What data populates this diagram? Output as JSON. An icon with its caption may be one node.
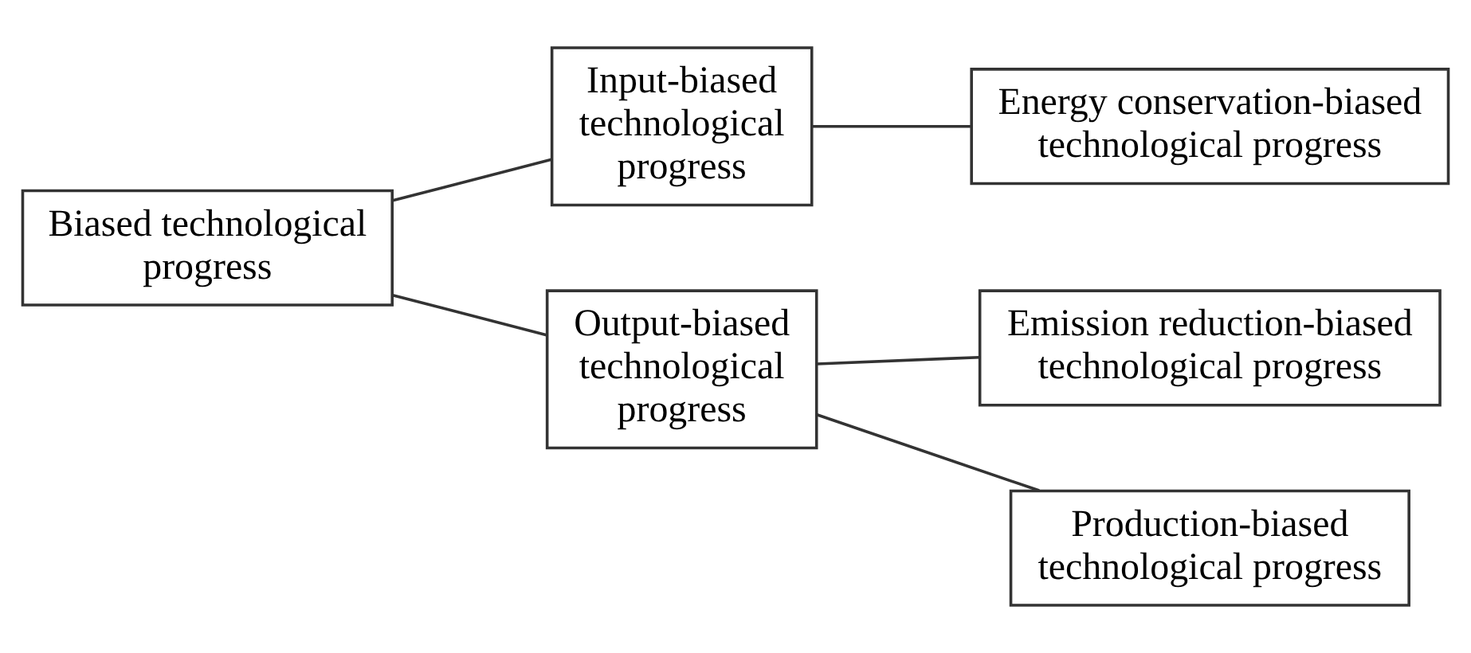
{
  "diagram": {
    "nodes": [
      {
        "text": [
          "Biased technological progress"
        ]
      },
      {
        "text": [
          "Input-biased technological progress"
        ]
      },
      {
        "text": [
          "Energy conservation-biased technological progress"
        ]
      },
      {
        "text": [
          "Output-biased technological progress"
        ]
      },
      {
        "text": [
          "Emission reduction-biased technological progress"
        ]
      },
      {
        "text": [
          "Production-biased technological progress"
        ]
      }
    ],
    "edges": [
      {
        "from": 0,
        "to": 1,
        "arrow": "none"
      },
      {
        "from": 0,
        "to": 3,
        "arrow": "none"
      },
      {
        "from": 1,
        "to": 2,
        "arrow": "none"
      },
      {
        "from": 3,
        "to": 4,
        "arrow": "none"
      },
      {
        "from": 3,
        "to": 5,
        "arrow": "none"
      }
    ]
  }
}
